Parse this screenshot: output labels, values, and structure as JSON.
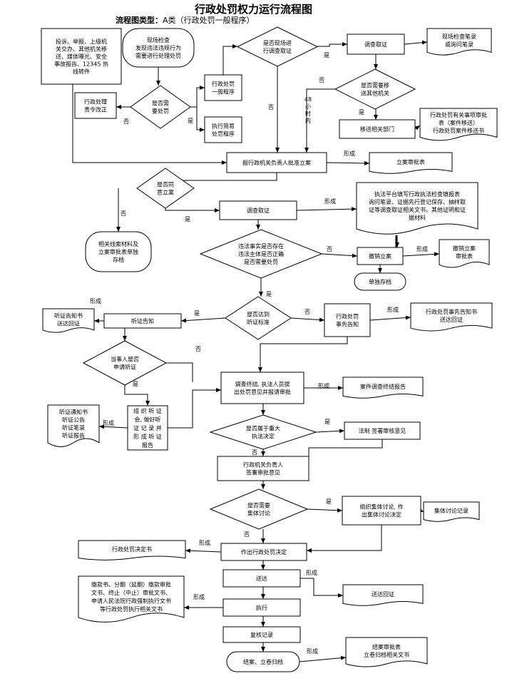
{
  "title": "行政处罚权力运行流程图",
  "subtitle_label": "流程图类型：",
  "subtitle_value": "A类（行政处罚一般程序）",
  "nodes": {
    "sources": [
      "投诉、举报、上级机",
      "关交办、其他机关移",
      "送、媒体曝光、安全",
      "事故报告、12345 热",
      "线转件"
    ],
    "inspect_find": [
      "现场检查",
      "发现违法违规行为",
      "需要进行处理处罚"
    ],
    "need_punish": [
      "是否需",
      "要处罚"
    ],
    "order_correct": [
      "行政处理",
      "责令改正"
    ],
    "general_proc": [
      "行政处罚",
      "一般程序"
    ],
    "simple_proc": [
      "执行简易",
      "处罚程序"
    ],
    "onsite_check": [
      "是否现场进",
      "行调查取证"
    ],
    "investigate1": [
      "调查取证"
    ],
    "onsite_record": [
      "现场检查笔录",
      "或询问笔录"
    ],
    "need_transfer": [
      "是否需要移",
      "送其他机关"
    ],
    "transfer_dept": [
      "移送相关部门"
    ],
    "transfer_docs": [
      "行政处罚有关事项审批",
      "表（案件移送）",
      "行政处罚案件移送书"
    ],
    "hours48": [
      "48",
      "小",
      "时",
      "内"
    ],
    "approve_case": [
      "报行政机关负责人批准立案"
    ],
    "case_form": [
      "立案审批表"
    ],
    "agree_case": [
      "是否同",
      "意立案"
    ],
    "clue_archive": [
      "相关线索材料及",
      "立案审批表单独",
      "存档"
    ],
    "investigate2": [
      "调查取证"
    ],
    "evidence_docs": [
      "执法平台填写行政执法检查填报表",
      "询问笔录、证据先行登记保存、抽样取",
      "证等调查取证相关文书，其他证明和证",
      "据材料"
    ],
    "violation_check": [
      "违法事实是否存在",
      "违法主体是否正确",
      "是否需要处罚"
    ],
    "revoke_case": [
      "撤销立案"
    ],
    "revoke_form": [
      "撤销立案",
      "审批表"
    ],
    "archive_alone": [
      "单独存档"
    ],
    "hearing_std": [
      "是否达到",
      "听证标准"
    ],
    "prior_notice": [
      "行政处罚",
      "事先告知"
    ],
    "prior_notice_doc": [
      "行政处罚事先告知书",
      "送达回证"
    ],
    "hearing_notice": [
      "听证告知"
    ],
    "hearing_notice_doc": [
      "听证告知书",
      "送达回证"
    ],
    "party_apply": [
      "当事人是否",
      "申请听证"
    ],
    "organize_hearing": [
      "组 织 听 证",
      "会, 做好听",
      "证 记 录 并",
      "形 成 听 证",
      "报告"
    ],
    "hearing_docs": [
      "听证通知书",
      "听证公告",
      "听证笔录",
      "听证报告"
    ],
    "investigation_end": [
      "调查终结, 执法人员提",
      "出处罚意见并报请审批"
    ],
    "end_report": [
      "案件调查终结报告"
    ],
    "major_case": [
      "是否属于重大",
      "执法决定"
    ],
    "legal_review": [
      "法制  签署审核意见"
    ],
    "leader_sign": [
      "行政机关负责人",
      "签署审批意见"
    ],
    "collective_q": [
      "是否需要",
      "集体讨论"
    ],
    "collective_do": [
      "组织集体讨论, 作",
      "出集体讨论决定"
    ],
    "collective_rec": [
      "集体讨论记录"
    ],
    "decision_doc": [
      "行政处罚决定书"
    ],
    "make_decision": [
      "作出行政处罚决定"
    ],
    "deliver": [
      "送达"
    ],
    "deliver_receipt": [
      "送达回证"
    ],
    "exec_docs": [
      "缴款书、分期（延期）缴款审批",
      "文书、终止（中止）审批文书、",
      "申请人民法院行政强制执行文书",
      "等行政处罚执行相关文书"
    ],
    "execute": [
      "执行"
    ],
    "recheck": [
      "复核记录"
    ],
    "close_case": [
      "结案、立卷归档"
    ],
    "close_docs": [
      "结案审批表",
      "立卷归档相关文书"
    ]
  },
  "edge_labels": {
    "yes": "是",
    "no": "否",
    "form": "形成"
  }
}
